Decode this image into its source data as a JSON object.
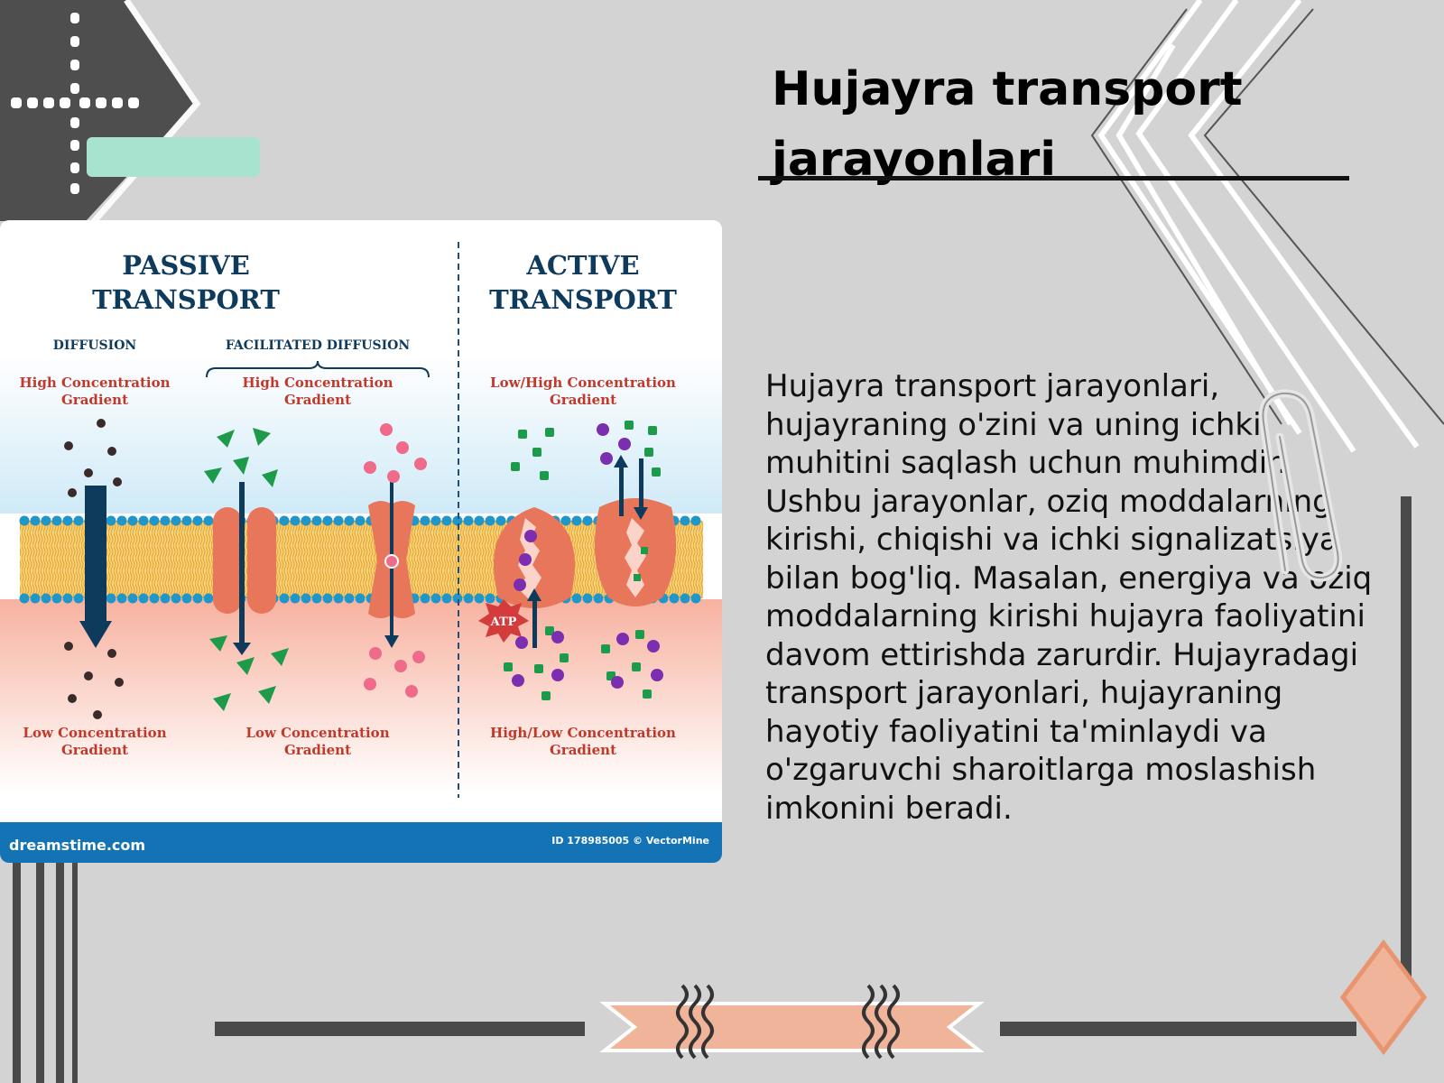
{
  "slide": {
    "title_line1": "Hujayra transport",
    "title_line2": "jarayonlari",
    "body": "Hujayra transport jarayonlari, hujayraning o'zini va uning ichki muhitini saqlash uchun muhimdir. Ushbu jarayonlar, oziq moddalarning kirishi, chiqishi va ichki signalizatsiya bilan bog'liq. Masalan, energiya va oziq moddalarning kirishi hujayra faoliyatini davom ettirishda zarurdir. Hujayradagi transport jarayonlari, hujayraning hayotiy faoliyatini ta'minlaydi va o'zgaruvchi sharoitlarga moslashish imkonini beradi."
  },
  "figure": {
    "passive_title_1": "PASSIVE",
    "passive_title_2": "TRANSPORT",
    "active_title_1": "ACTIVE",
    "active_title_2": "TRANSPORT",
    "diffusion_label": "DIFFUSION",
    "facilitated_label": "FACILITATED DIFFUSION",
    "high_gradient_1": "High Concentration",
    "high_gradient_2": "Gradient",
    "low_gradient_1": "Low Concentration",
    "low_gradient_2": "Gradient",
    "lowhigh_1": "Low/High Concentration",
    "lowhigh_2": "Gradient",
    "highlow_1": "High/Low Concentration",
    "highlow_2": "Gradient",
    "atp_label": "ATP",
    "source_brand": "dreamstime.com",
    "source_id": "ID 178985005 © VectorMine"
  },
  "colors": {
    "background": "#d3d3d3",
    "title_navy": "#0e3a5c",
    "gradient_red": "#c0392b",
    "membrane_blue": "#2196c9",
    "lipid_tail": "#f2b43a",
    "protein_orange": "#e8765a",
    "footer_blue": "#1473b4",
    "accent_mint": "#a8e3cf",
    "accent_peach": "#f0b49a"
  },
  "icons": [
    "plus-pattern-icon",
    "paperclip-icon",
    "squiggle-icon",
    "diamond-icon"
  ]
}
